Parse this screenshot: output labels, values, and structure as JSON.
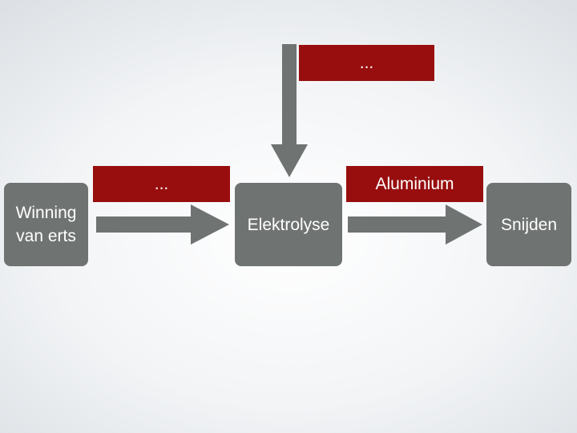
{
  "colors": {
    "box_fill": "#6f7372",
    "label_fill": "#980e0e",
    "arrow_fill": "#6f7372",
    "text": "#ffffff"
  },
  "nodes": {
    "winning": "Winning van erts",
    "elektrolyse": "Elektrolyse",
    "snijden": "Snijden"
  },
  "labels": {
    "input_top": "...",
    "input_left": "...",
    "output_right": "Aluminium"
  }
}
